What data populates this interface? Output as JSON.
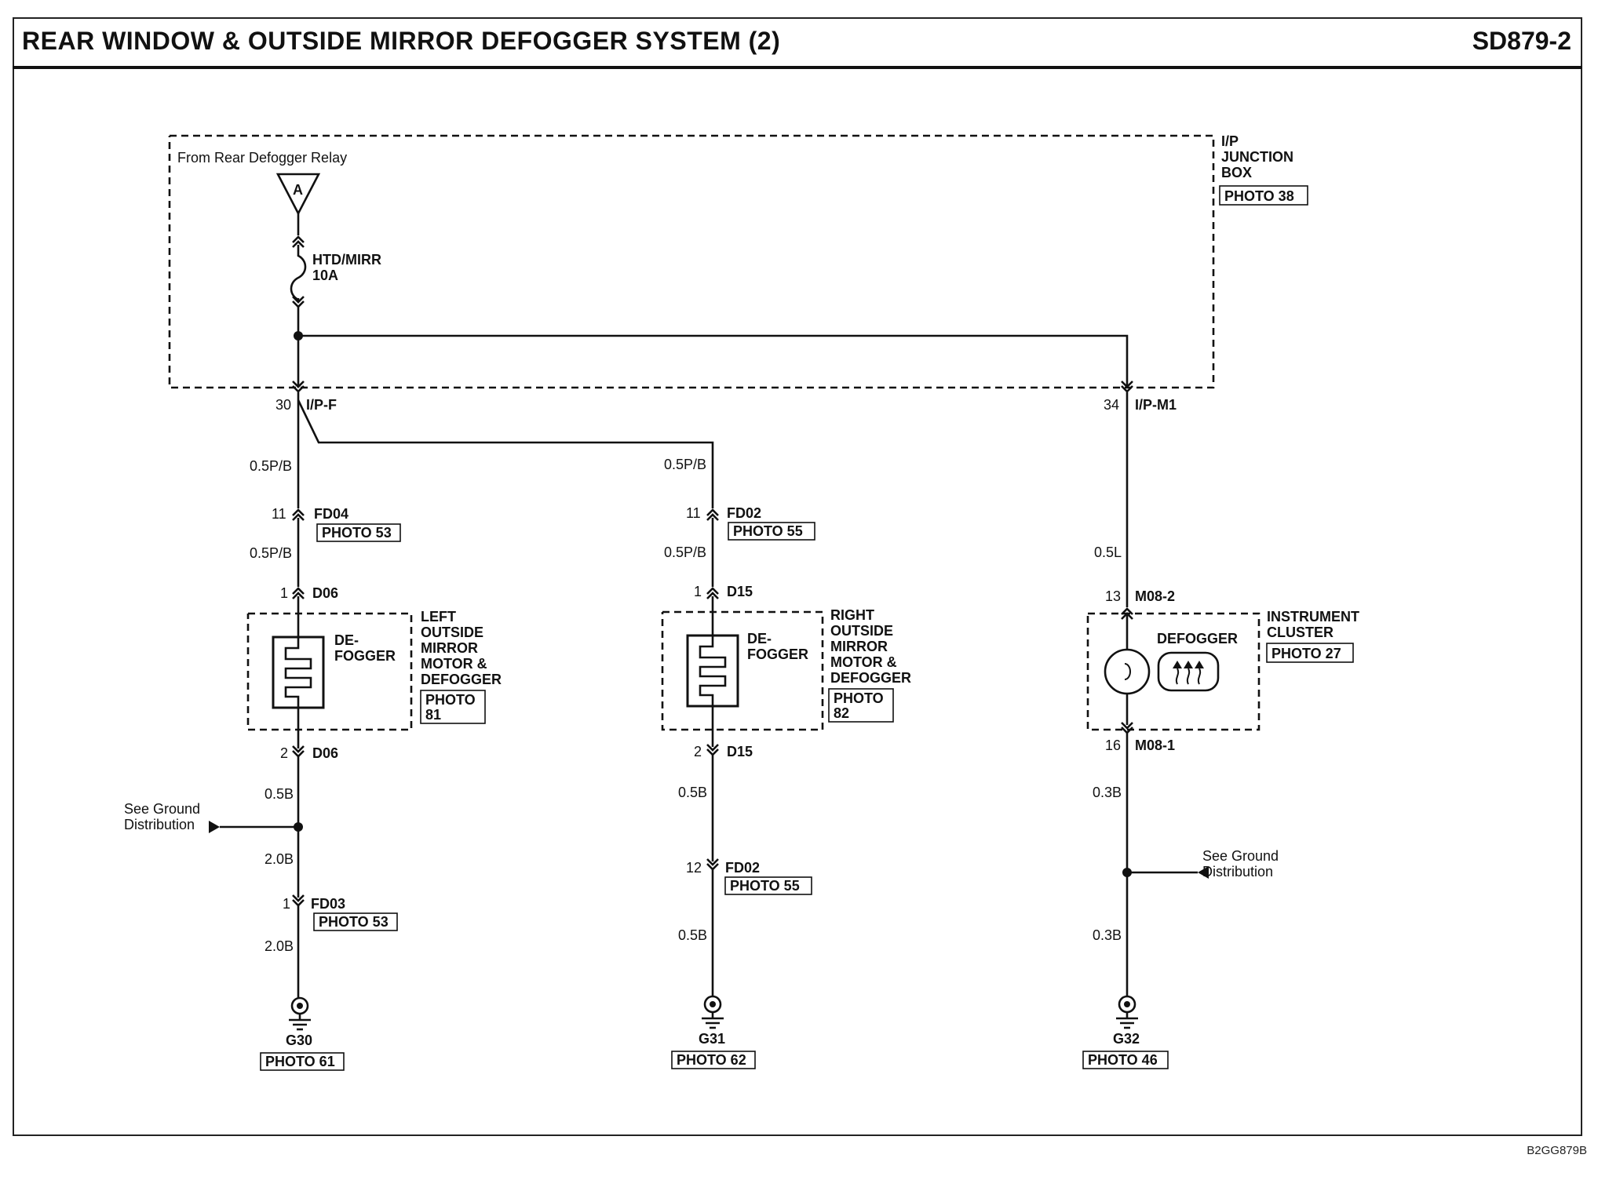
{
  "header": {
    "title": "REAR WINDOW & OUTSIDE MIRROR DEFOGGER SYSTEM (2)",
    "page_code": "SD879-2"
  },
  "footer": {
    "doc_code": "B2GG879B"
  },
  "junction_box": {
    "name": [
      "I/P",
      "JUNCTION",
      "BOX"
    ],
    "photo": "PHOTO 38",
    "source_label": "From Rear Defogger Relay",
    "source_connector": "A",
    "fuse_name": "HTD/MIRR",
    "fuse_rating": "10A"
  },
  "ip_f": {
    "pin": "30",
    "connector": "I/P-F"
  },
  "ip_m1": {
    "pin": "34",
    "connector": "I/P-M1"
  },
  "left_branch": {
    "wire1": "0.5P/B",
    "fd04": {
      "pin": "11",
      "name": "FD04",
      "photo": "PHOTO 53"
    },
    "wire2": "0.5P/B",
    "d06_top": {
      "pin": "1",
      "name": "D06"
    },
    "component_label": [
      "DE-",
      "FOGGER"
    ],
    "component_name": [
      "LEFT",
      "OUTSIDE",
      "MIRROR",
      "MOTOR &",
      "DEFOGGER"
    ],
    "component_photo": [
      "PHOTO",
      "81"
    ],
    "d06_bottom": {
      "pin": "2",
      "name": "D06"
    },
    "wire3": "0.5B",
    "ground_dist": [
      "See Ground",
      "Distribution"
    ],
    "wire4": "2.0B",
    "fd03": {
      "pin": "1",
      "name": "FD03",
      "photo": "PHOTO 53"
    },
    "wire5": "2.0B",
    "ground": {
      "name": "G30",
      "photo": "PHOTO 61"
    }
  },
  "middle_branch": {
    "wire1": "0.5P/B",
    "fd02_top": {
      "pin": "11",
      "name": "FD02",
      "photo": "PHOTO 55"
    },
    "wire2": "0.5P/B",
    "d15_top": {
      "pin": "1",
      "name": "D15"
    },
    "component_label": [
      "DE-",
      "FOGGER"
    ],
    "component_name": [
      "RIGHT",
      "OUTSIDE",
      "MIRROR",
      "MOTOR &",
      "DEFOGGER"
    ],
    "component_photo": [
      "PHOTO",
      "82"
    ],
    "d15_bottom": {
      "pin": "2",
      "name": "D15"
    },
    "wire3": "0.5B",
    "fd02_bottom": {
      "pin": "12",
      "name": "FD02",
      "photo": "PHOTO 55"
    },
    "wire4": "0.5B",
    "ground": {
      "name": "G31",
      "photo": "PHOTO 62"
    }
  },
  "right_branch": {
    "wire1": "0.5L",
    "m08_top": {
      "pin": "13",
      "name": "M08-2"
    },
    "component_label": "DEFOGGER",
    "component_name": [
      "INSTRUMENT",
      "CLUSTER"
    ],
    "component_photo": "PHOTO 27",
    "m08_bottom": {
      "pin": "16",
      "name": "M08-1"
    },
    "wire2": "0.3B",
    "ground_dist": [
      "See Ground",
      "Distribution"
    ],
    "wire3": "0.3B",
    "ground": {
      "name": "G32",
      "photo": "PHOTO 46"
    }
  }
}
